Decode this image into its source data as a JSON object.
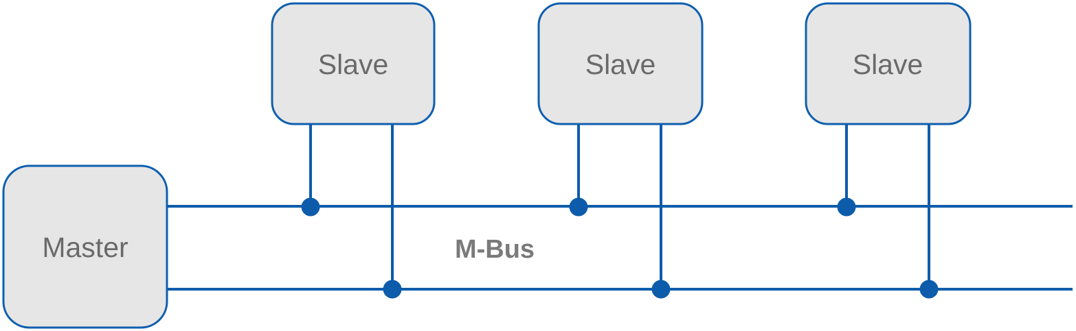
{
  "diagram": {
    "type": "bus-topology",
    "bus_label": "M-Bus",
    "master": {
      "label": "Master"
    },
    "slaves": [
      {
        "label": "Slave"
      },
      {
        "label": "Slave"
      },
      {
        "label": "Slave"
      }
    ],
    "colors": {
      "bus_line": "#0d5cab",
      "node_fill": "#e6e6e6",
      "node_border": "#0f5fae",
      "node_text": "#6a6a6a",
      "bus_label_text": "#7a7a7a",
      "background": "#ffffff"
    }
  }
}
